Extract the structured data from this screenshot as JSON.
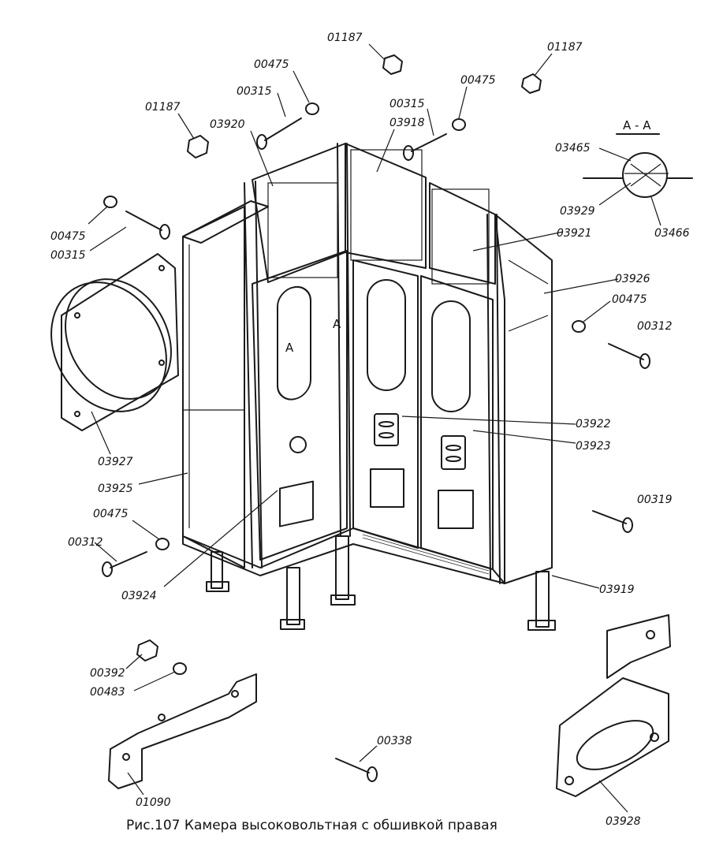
{
  "caption": "Рис.107 Камера высоковольтная с обшивкой правая",
  "section_title": "А - А",
  "section_marks": [
    "А",
    "А"
  ],
  "labels": {
    "l01187a": "01187",
    "l01187b": "01187",
    "l01187c": "01187",
    "l00475a": "00475",
    "l00475b": "00475",
    "l00475c": "00475",
    "l00475d": "00475",
    "l00475e": "00475",
    "l00315a": "00315",
    "l00315b": "00315",
    "l00315c": "00315",
    "l03920": "03920",
    "l03918": "03918",
    "l03465": "03465",
    "l03929": "03929",
    "l03466": "03466",
    "l03921": "03921",
    "l03926": "03926",
    "l00312a": "00312",
    "l00312b": "00312",
    "l03922": "03922",
    "l03923": "03923",
    "l03927": "03927",
    "l03925": "03925",
    "l00319": "00319",
    "l03924": "03924",
    "l03919": "03919",
    "l00392": "00392",
    "l00483": "00483",
    "l00338": "00338",
    "l01090": "01090",
    "l03928": "03928"
  }
}
